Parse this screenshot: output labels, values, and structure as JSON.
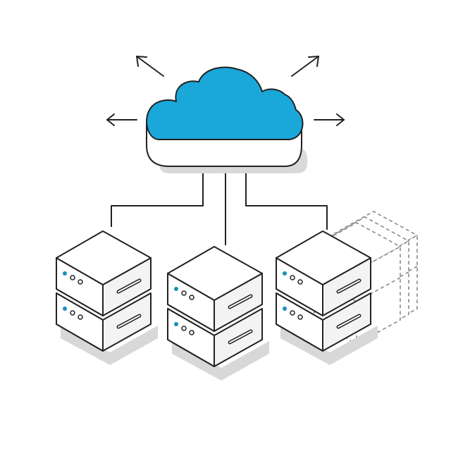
{
  "diagram": {
    "type": "cloud-server-scaling-illustration",
    "cloud": {
      "color": "#1aa7d9",
      "icon": "cloud-icon"
    },
    "outbound_arrows": [
      {
        "direction": "up-left",
        "icon": "arrow-up-left-icon"
      },
      {
        "direction": "up-right",
        "icon": "arrow-up-right-icon"
      },
      {
        "direction": "left",
        "icon": "arrow-left-icon"
      },
      {
        "direction": "right",
        "icon": "arrow-right-icon"
      }
    ],
    "servers": [
      {
        "id": "server-1",
        "units": 2,
        "icon": "server-icon"
      },
      {
        "id": "server-2",
        "units": 2,
        "icon": "server-icon"
      },
      {
        "id": "server-3",
        "units": 2,
        "icon": "server-icon"
      }
    ],
    "placeholder_servers": {
      "count": 3,
      "style": "dashed",
      "icon": "server-placeholder-icon"
    },
    "colors": {
      "stroke": "#222222",
      "fill": "#ffffff",
      "side_fill": "#f3f3f3",
      "shadow": "#dcdcdc",
      "led": "#1a8fb8",
      "dashed_stroke": "#888888"
    }
  }
}
